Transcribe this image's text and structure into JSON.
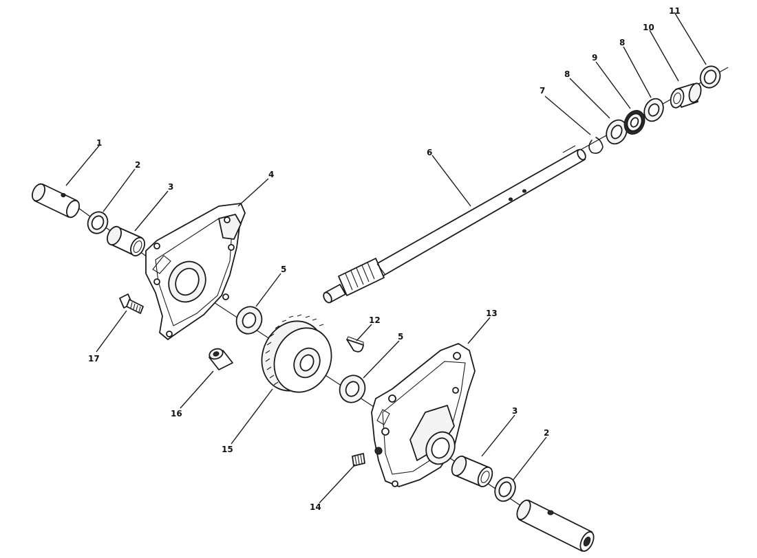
{
  "callouts": {
    "c1": "1",
    "c2a": "2",
    "c3a": "3",
    "c4": "4",
    "c5a": "5",
    "c6": "6",
    "c7": "7",
    "c8a": "8",
    "c9": "9",
    "c8b": "8",
    "c10": "10",
    "c11": "11",
    "c12": "12",
    "c13": "13",
    "c5b": "5",
    "c3b": "3",
    "c2b": "2",
    "c14": "14",
    "c15": "15",
    "c16": "16",
    "c17": "17"
  }
}
